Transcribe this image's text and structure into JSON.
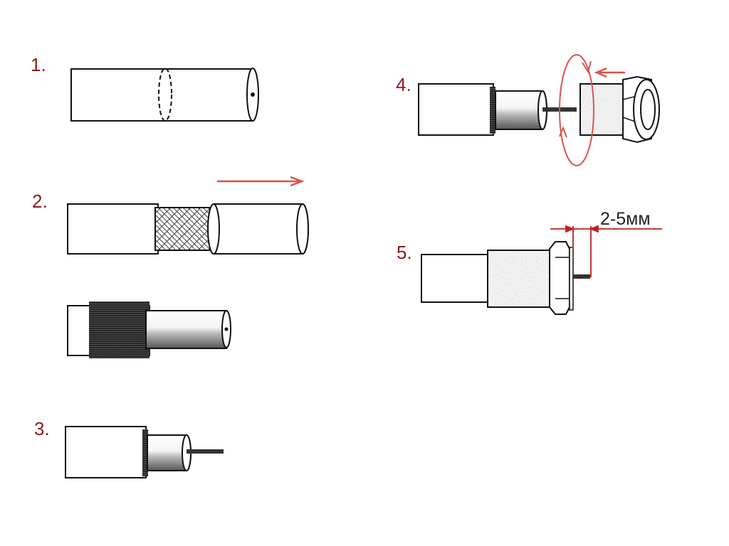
{
  "steps": [
    {
      "label": "1."
    },
    {
      "label": "2."
    },
    {
      "label": "3."
    },
    {
      "label": "4."
    },
    {
      "label": "5."
    }
  ],
  "dimension": {
    "label": "2-5мм"
  },
  "colors": {
    "label": "#8b1a1a",
    "arrow": "#d9534f",
    "outline": "#111111",
    "connector": "#b5b5b5"
  }
}
